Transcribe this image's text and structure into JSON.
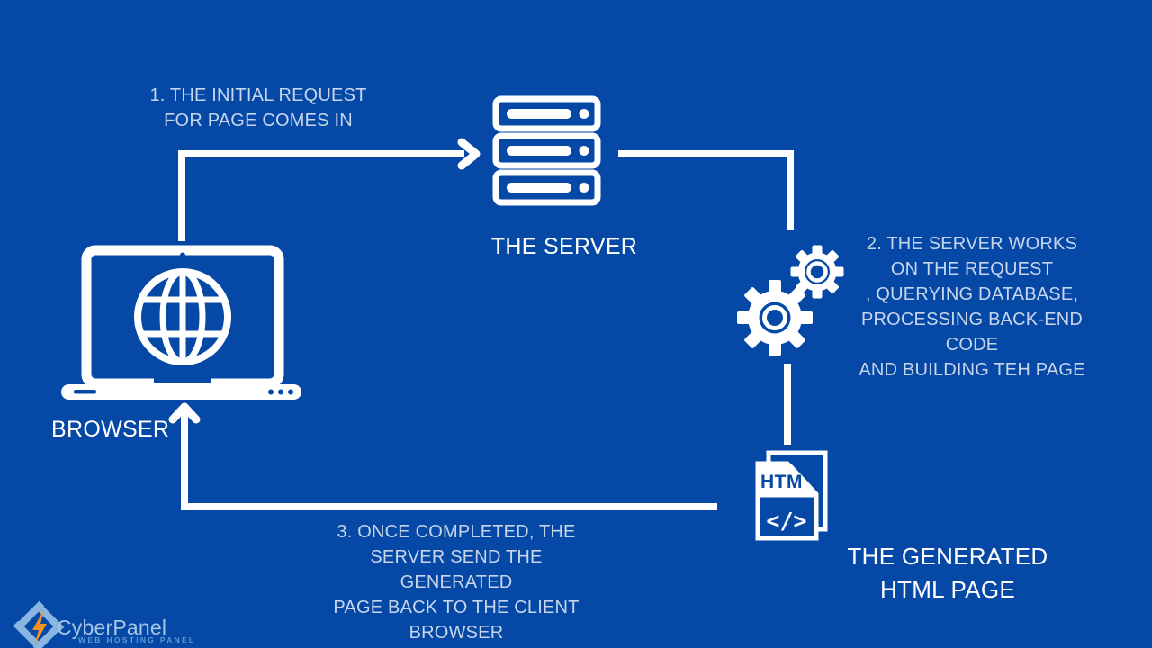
{
  "colors": {
    "background": "#0548a5",
    "diagram_white": "#ffffff",
    "step_text": "#c7d6ec",
    "logo_icon_blue": "#8ab5e2",
    "logo_bolt_orange": "#f6921e",
    "logo_name_color": "#a9c5e5",
    "logo_tagline_color": "#5e9ad6"
  },
  "steps": [
    {
      "lines": [
        "1. THE INITIAL REQUEST",
        "FOR PAGE COMES IN"
      ]
    },
    {
      "lines": [
        "2. THE SERVER WORKS",
        "ON THE REQUEST",
        ", QUERYING DATABASE,",
        "PROCESSING BACK-END CODE",
        "AND BUILDING TEH PAGE"
      ]
    },
    {
      "lines": [
        "3. ONCE COMPLETED, THE",
        "SERVER SEND THE GENERATED",
        "PAGE BACK TO THE CLIENT",
        "BROWSER"
      ]
    }
  ],
  "nodes": {
    "browser": {
      "label": "BROWSER",
      "icon": "laptop-globe-icon"
    },
    "server": {
      "label": "THE SERVER",
      "icon": "server-stack-icon"
    },
    "processing": {
      "icon": "gears-icon"
    },
    "generated_page": {
      "label_line1": "THE GENERATED",
      "label_line2": "HTML PAGE",
      "icon": "html-file-icon",
      "file_badge": "HTM",
      "code_glyph": "</>"
    }
  },
  "logo": {
    "name": "CyberPanel",
    "tagline": "WEB HOSTING PANEL",
    "icon": "cyberpanel-diamond-bolt-icon"
  }
}
